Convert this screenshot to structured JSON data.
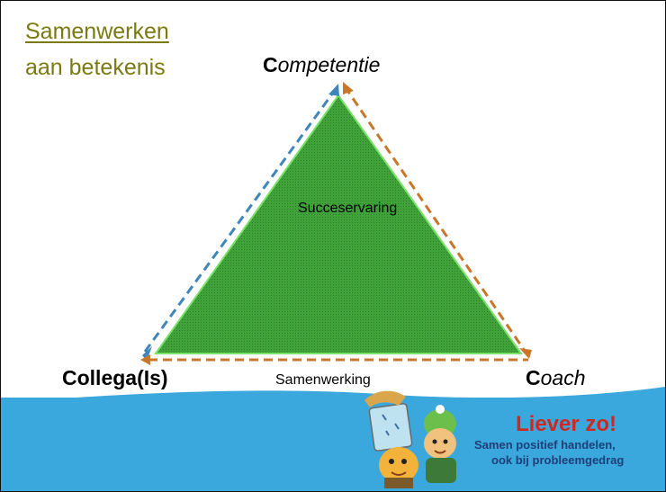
{
  "title": {
    "line1": "Samenwerken",
    "line2": "aan betekenis"
  },
  "diagram": {
    "top": {
      "initial": "C",
      "rest": "ompetentie"
    },
    "left": "Collega(Is)",
    "right": {
      "initial": "C",
      "rest": "oach"
    },
    "center": "Succeservaring",
    "bottom": "Samenwerking",
    "colors": {
      "triangle_fill": "#3fa33a",
      "triangle_edge": "#7be26a",
      "left_arrow": "#3f86b8",
      "right_arrow": "#c8772a",
      "bottom_arrow": "#c8772a"
    }
  },
  "brand": {
    "title": "Liever zo!",
    "subtitle_line1": "Samen positief handelen,",
    "subtitle_line2": "ook bij probleemgedrag"
  }
}
